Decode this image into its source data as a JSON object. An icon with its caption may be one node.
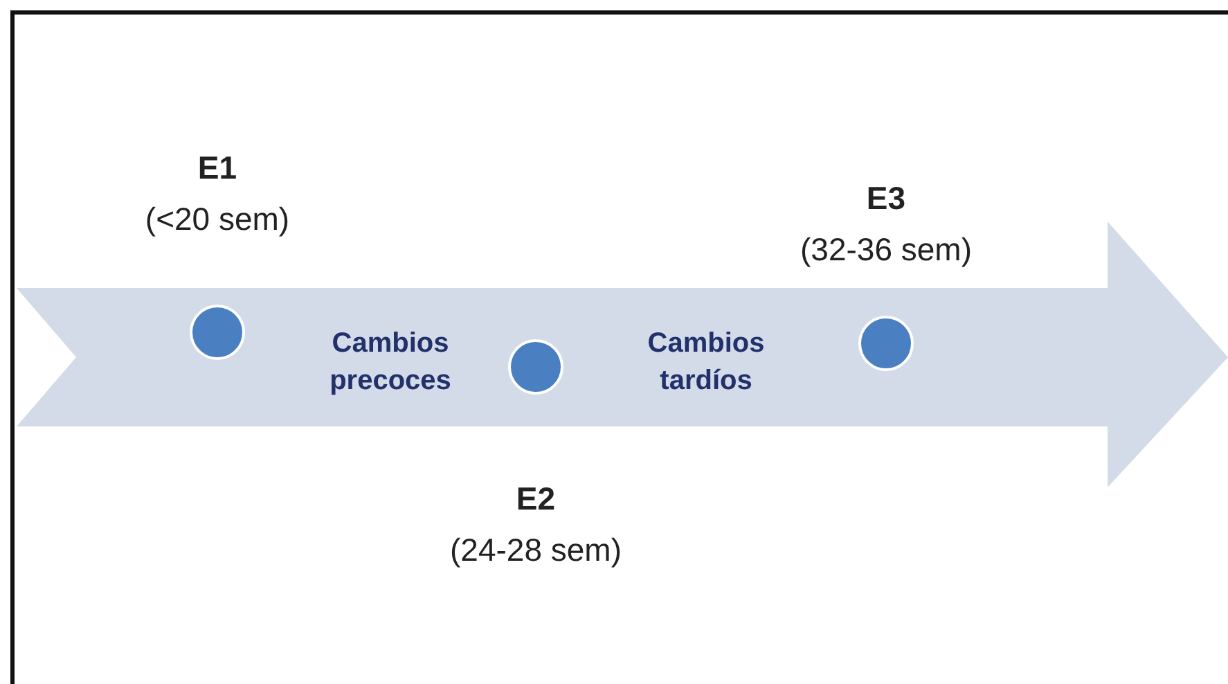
{
  "diagram": {
    "nodes": [
      {
        "text": [],
        "shape": "circle",
        "beside": [
          "E1",
          "(<20 sem)"
        ]
      },
      {
        "text": [],
        "shape": "circle",
        "beside": [
          "E2",
          "(24-28 sem)"
        ]
      },
      {
        "text": [],
        "shape": "circle",
        "beside": [
          "E3",
          "(32-36 sem)"
        ]
      }
    ],
    "labels": [
      "Cambios precoces",
      "Cambios tardíos"
    ]
  }
}
